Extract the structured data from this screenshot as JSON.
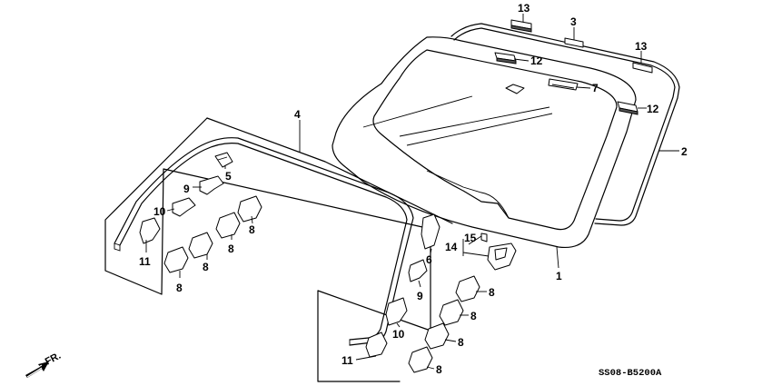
{
  "diagram": {
    "catalog_code": "SS08-B5200A",
    "direction_label": "FR.",
    "callouts": {
      "c1": "1",
      "c2": "2",
      "c3": "3",
      "c4": "4",
      "c5": "5",
      "c6": "6",
      "c9a": "9",
      "c9b": "9",
      "c10a": "10",
      "c10b": "10",
      "c11a": "11",
      "c11b": "11",
      "c12a": "12",
      "c12b": "12",
      "c13a": "13",
      "c13b": "13",
      "c7": "7",
      "c14": "14",
      "c15": "15",
      "c8a": "8",
      "c8b": "8",
      "c8c": "8",
      "c8d": "8",
      "c8e": "8",
      "c8f": "8",
      "c8g": "8",
      "c8h": "8"
    }
  }
}
